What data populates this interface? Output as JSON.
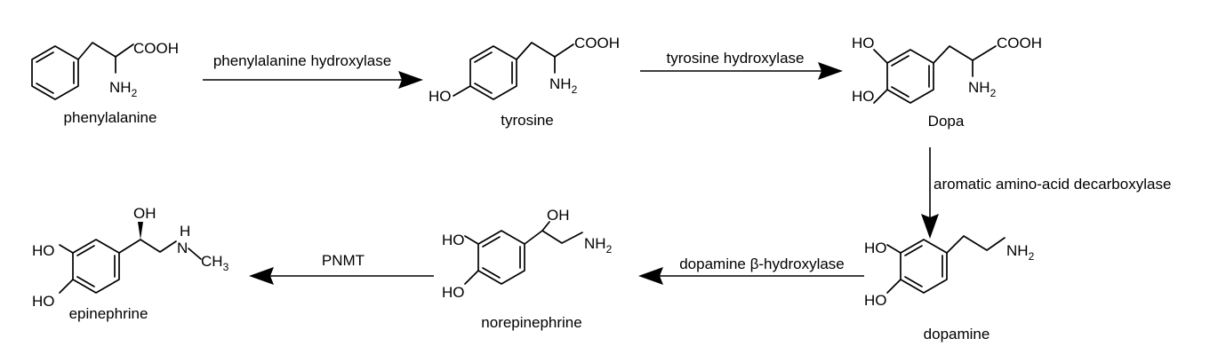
{
  "compounds": {
    "phenylalanine": {
      "name": "phenylalanine",
      "groups": [
        "COOH",
        "NH",
        "2"
      ]
    },
    "tyrosine": {
      "name": "tyrosine",
      "groups": [
        "COOH",
        "NH",
        "2",
        "HO"
      ]
    },
    "dopa": {
      "name": "Dopa",
      "groups": [
        "COOH",
        "NH",
        "2",
        "HO",
        "HO"
      ]
    },
    "dopamine": {
      "name": "dopamine",
      "groups": [
        "NH",
        "2",
        "HO",
        "HO"
      ]
    },
    "norepinephrine": {
      "name": "norepinephrine",
      "groups": [
        "OH",
        "NH",
        "2",
        "HO",
        "HO"
      ]
    },
    "epinephrine": {
      "name": "epinephrine",
      "groups": [
        "OH",
        "H",
        "N",
        "CH",
        "3",
        "HO",
        "HO"
      ]
    }
  },
  "enzymes": {
    "phenylalanine_hydroxylase": "phenylalanine hydroxylase",
    "tyrosine_hydroxylase": "tyrosine hydroxylase",
    "aadc": "aromatic amino-acid decarboxylase",
    "dbh": "dopamine β-hydroxylase",
    "pnmt": "PNMT"
  }
}
